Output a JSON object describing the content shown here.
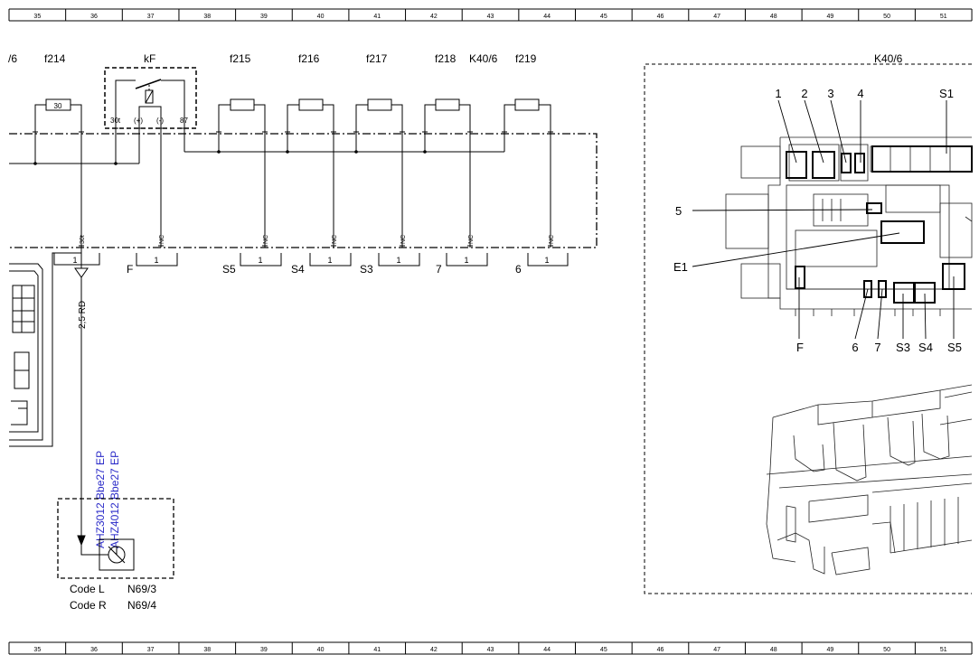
{
  "grid": {
    "columns": [
      "35",
      "36",
      "37",
      "38",
      "39",
      "40",
      "41",
      "42",
      "43",
      "44",
      "45",
      "46",
      "47",
      "48",
      "49",
      "50",
      "51"
    ]
  },
  "top_labels": {
    "partial": "/6",
    "f214": "f214",
    "kf": "kF",
    "f215": "f215",
    "f216": "f216",
    "f217": "f217",
    "f218": "f218",
    "k40_6": "K40/6",
    "f219": "f219"
  },
  "fuse_f214_value": "30",
  "relay_pins": {
    "p30t": "30t",
    "plus": "(+)",
    "minus": "(-)",
    "p87": "87"
  },
  "pin_labels": {
    "p30t": "30t",
    "nc": "NC"
  },
  "connectors": [
    {
      "name": "F",
      "pin": "1"
    },
    {
      "name": "S5",
      "pin": "1"
    },
    {
      "name": "S4",
      "pin": "1"
    },
    {
      "name": "S3",
      "pin": "1"
    },
    {
      "name": "7",
      "pin": "1"
    },
    {
      "name": "6",
      "pin": "1"
    }
  ],
  "connector_30t_pin": "1",
  "wire_label": "2,5 RD",
  "ahz_lines": {
    "line1": "AHZ3012 Bbe27 EP",
    "line2": "AHZ4012 Bbe27 EP"
  },
  "component": {
    "code_l": "Code L",
    "code_l_id": "N69/3",
    "code_r": "Code R",
    "code_r_id": "N69/4"
  },
  "k40_panel": {
    "title": "K40/6",
    "callouts_top": [
      "1",
      "2",
      "3",
      "4",
      "S1"
    ],
    "callout_5": "5",
    "callout_e1": "E1",
    "callouts_bottom": [
      "F",
      "6",
      "7",
      "S3",
      "S4",
      "S5"
    ]
  }
}
